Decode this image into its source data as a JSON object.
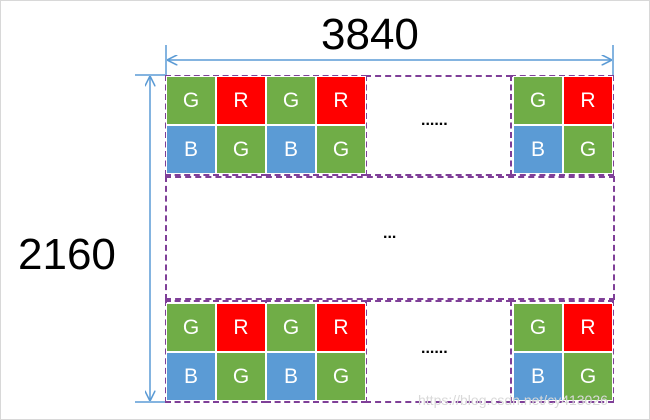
{
  "dimensions": {
    "width_label": "3840",
    "height_label": "2160"
  },
  "pattern": {
    "cells": [
      "G",
      "R",
      "G",
      "R",
      "B",
      "G",
      "B",
      "G"
    ],
    "end_cells": [
      "G",
      "R",
      "B",
      "G"
    ]
  },
  "ellipsis": {
    "row": "......",
    "middle": "..."
  },
  "colors": {
    "G": "#70ad47",
    "R": "#ff0000",
    "B": "#5b9bd5",
    "dimension_line": "#5b9bd5",
    "dashed_border": "#7f3f98"
  },
  "watermark": "https://blog.csdn.net/cy413026"
}
